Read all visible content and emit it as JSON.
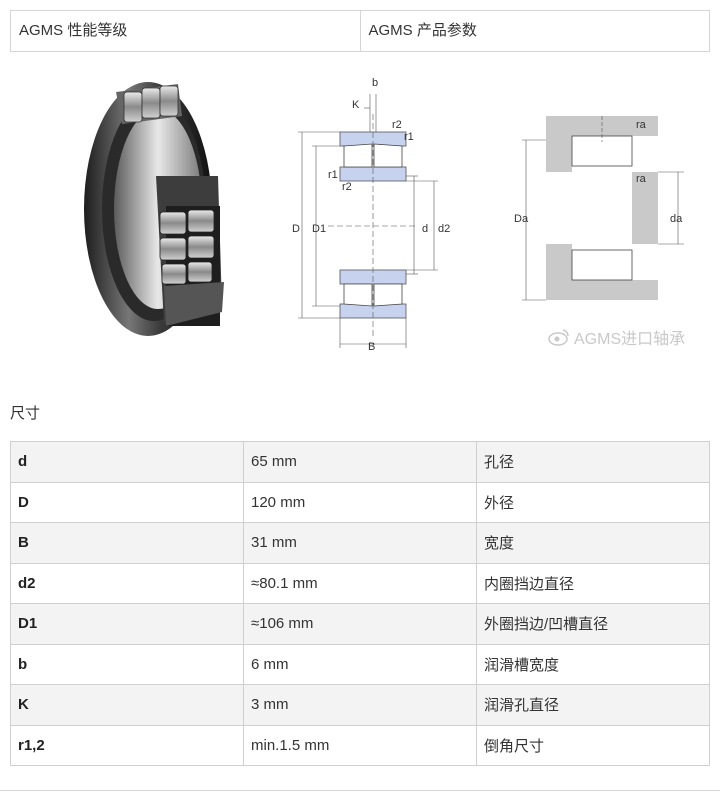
{
  "header": {
    "left_tab": "AGMS 性能等级",
    "right_tab": "AGMS 产品参数"
  },
  "figures": {
    "photo": {
      "icon": "bearing-photo"
    },
    "section_drawing": {
      "labels": {
        "b": "b",
        "K": "K",
        "r2_top": "r2",
        "r1_top": "r1",
        "r1_left": "r1",
        "r2_left": "r2",
        "D": "D",
        "D1": "D1",
        "d": "d",
        "d2": "d2",
        "B": "B"
      }
    },
    "mounting_drawing": {
      "labels": {
        "ra_top": "ra",
        "ra_mid": "ra",
        "Da": "Da",
        "da": "da"
      }
    },
    "watermark": "AGMS进口轴承"
  },
  "dimensions": {
    "title": "尺寸",
    "rows": [
      {
        "symbol": "d",
        "value": "65 mm",
        "desc": "孔径"
      },
      {
        "symbol": "D",
        "value": "120 mm",
        "desc": "外径"
      },
      {
        "symbol": "B",
        "value": "31 mm",
        "desc": "宽度"
      },
      {
        "symbol": "d2",
        "value": "≈80.1 mm",
        "desc": "内圈挡边直径"
      },
      {
        "symbol": "D1",
        "value": "≈106 mm",
        "desc": "外圈挡边/凹槽直径"
      },
      {
        "symbol": "b",
        "value": "6 mm",
        "desc": "润滑槽宽度"
      },
      {
        "symbol": "K",
        "value": "3 mm",
        "desc": "润滑孔直径"
      },
      {
        "symbol": "r1,2",
        "value": "min.1.5 mm",
        "desc": "倒角尺寸"
      }
    ]
  }
}
